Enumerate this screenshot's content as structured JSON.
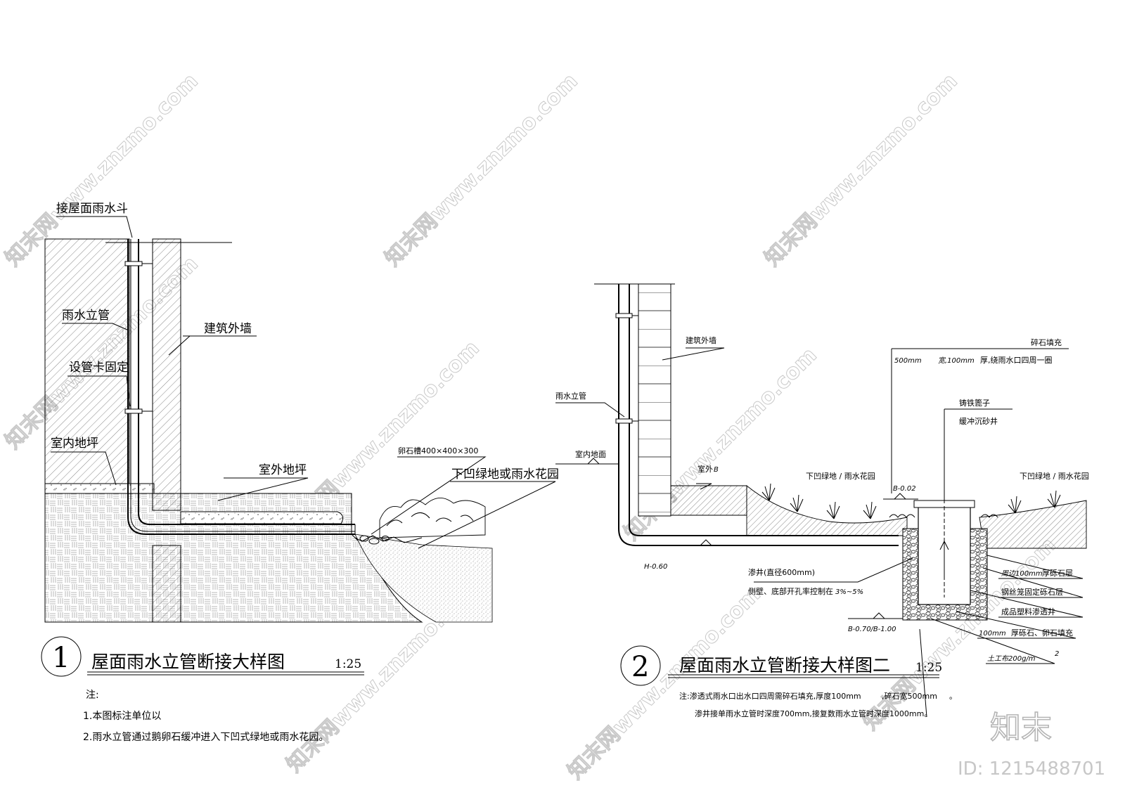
{
  "watermark": {
    "text": "知末网www.znzmo.com"
  },
  "brand": {
    "logo_text": "知末",
    "id_label": "ID: 1215488701"
  },
  "detail1": {
    "number": "1",
    "title": "屋面雨水立管断接大样图",
    "scale": "1:25",
    "labels": {
      "roof_drain": "接屋面雨水斗",
      "downpipe": "雨水立管",
      "pipe_clamp": "设管卡固定",
      "exterior_wall": "建筑外墙",
      "indoor_floor": "室内地坪",
      "outdoor_floor": "室外地坪",
      "pebble_trough": "卵石槽400×400×300",
      "rain_garden": "下凹绿地或雨水花园"
    },
    "notes": {
      "heading": "注:",
      "line1": "1.本图标注单位以",
      "line2": "2.雨水立管通过鹅卵石缓冲进入下凹式绿地或雨水花园。"
    }
  },
  "detail2": {
    "number": "2",
    "title": "屋面雨水立管断接大样图二",
    "scale": "1:25",
    "labels": {
      "exterior_wall": "建筑外墙",
      "downpipe": "雨水立管",
      "indoor_ground": "室内地面",
      "outdoor": "室外",
      "outdoor_mark": "B",
      "gravel_fill": "碎石填充",
      "gravel_spec_a": "500mm",
      "gravel_spec_b": "宽,100mm",
      "gravel_spec_c": "厚,绕雨水口四周一圈",
      "cast_iron_grate": "铸铁篦子",
      "sand_well": "缓冲沉砂井",
      "rain_garden_left": "下凹绿地 / 雨水花园",
      "rain_garden_right": "下凹绿地 / 雨水花园",
      "elev_b002": "B-0.02",
      "elev_h060": "H-0.60",
      "elev_b070": "B-0.70/B-1.00",
      "seep_well": "渗井(直径600mm)",
      "side_wall_a": "侧壁、底部开孔率控制在",
      "side_wall_b": "3%~5%",
      "perimeter_a": "周边100mm",
      "perimeter_b": "厚砾石层",
      "wire_cage": "钢丝笼固定砾石层",
      "plastic_well": "成品塑料渗透井",
      "bottom_a": "100mm",
      "bottom_b": "厚砾石、卵石填充",
      "geotextile": "土工布200g/m",
      "geotextile_sup": "2"
    },
    "notes": {
      "line1a": "注:渗透式雨水口出水口四周需碎石填充,厚度100mm",
      "line1b": ",碎石宽500mm",
      "line1c": "。",
      "line2": "渗井接单雨水立管时深度700mm,接复数雨水立管时深度1000mm。"
    }
  }
}
